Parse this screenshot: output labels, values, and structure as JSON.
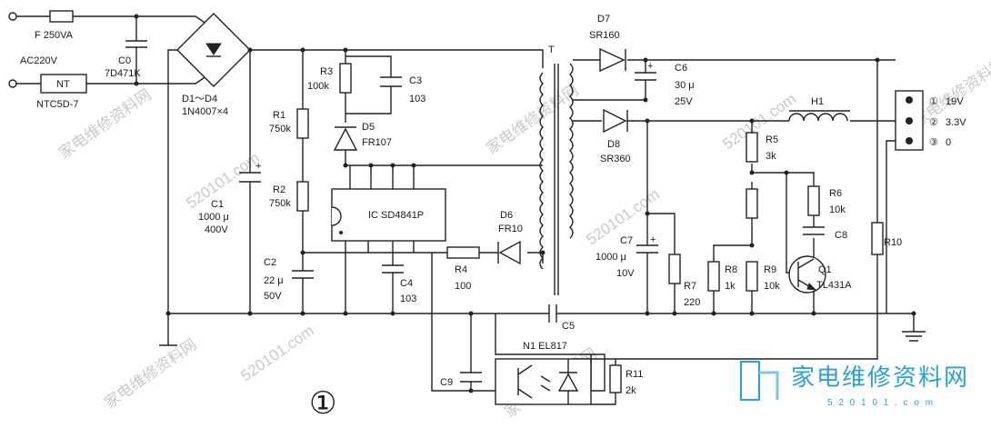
{
  "components": {
    "fuse": {
      "label": "F 250VA"
    },
    "c0": {
      "name": "C0",
      "value": "7D471K"
    },
    "ac_in": {
      "label": "AC220V"
    },
    "ntc": {
      "name": "NT",
      "part": "NTC5D-7"
    },
    "bridge": {
      "name": "D1～D4",
      "part": "1N4007×4"
    },
    "c1": {
      "name": "C1",
      "value1": "1000 μ",
      "value2": "400V"
    },
    "r1": {
      "name": "R1",
      "value": "750k"
    },
    "r2": {
      "name": "R2",
      "value": "750k"
    },
    "r3": {
      "name": "R3",
      "value": "100k"
    },
    "c3": {
      "name": "C3",
      "value": "103"
    },
    "d5": {
      "name": "D5",
      "part": "FR107"
    },
    "ic": {
      "label": "IC SD4841P"
    },
    "d6": {
      "name": "D6",
      "part": "FR10"
    },
    "r4": {
      "name": "R4",
      "value": "100"
    },
    "c2": {
      "name": "C2",
      "value1": "22 μ",
      "value2": "50V"
    },
    "c4": {
      "name": "C4",
      "value": "103"
    },
    "transformer": {
      "name": "T"
    },
    "c5": {
      "name": "C5"
    },
    "d7": {
      "name": "D7",
      "part": "SR160"
    },
    "c6": {
      "name": "C6",
      "value1": "30 μ",
      "value2": "25V"
    },
    "d8": {
      "name": "D8",
      "part": "SR360"
    },
    "h1": {
      "name": "H1"
    },
    "c7": {
      "name": "C7",
      "value1": "1000 μ",
      "value2": "10V"
    },
    "r7": {
      "name": "R7",
      "value": "220"
    },
    "r5": {
      "name": "R5",
      "value": "3k"
    },
    "r8": {
      "name": "R8",
      "value": "1k"
    },
    "r9": {
      "name": "R9",
      "value": "10k"
    },
    "r6": {
      "name": "R6",
      "value": "10k"
    },
    "c8": {
      "name": "C8"
    },
    "q1": {
      "name": "Q1",
      "part": "TL431A"
    },
    "r10": {
      "name": "R10"
    },
    "optocoupler": {
      "label": "N1 EL817"
    },
    "c9": {
      "name": "C9"
    },
    "r11": {
      "name": "R11",
      "value": "2k"
    }
  },
  "connector": {
    "pins": [
      {
        "num": "①",
        "label": "19V"
      },
      {
        "num": "②",
        "label": "3.3V"
      },
      {
        "num": "③",
        "label": "0"
      }
    ]
  },
  "figure_number": "①",
  "watermark": {
    "text": "家电维修资料网",
    "url": "520101.com",
    "logo_text": "家电维修资料网",
    "logo_url": "5 2 0 1 0 1 . c o m"
  }
}
